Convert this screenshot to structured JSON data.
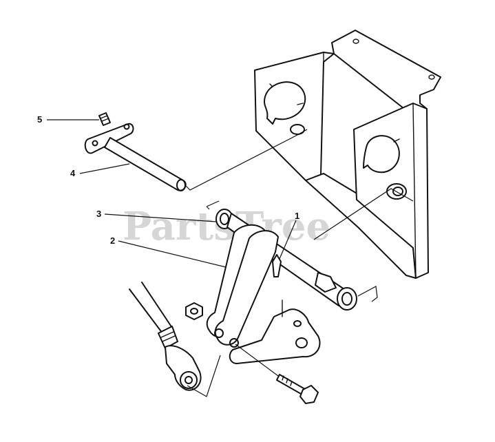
{
  "watermark": "PartsTree",
  "callouts": [
    {
      "id": "1",
      "label": "1"
    },
    {
      "id": "2",
      "label": "2"
    },
    {
      "id": "3",
      "label": "3"
    },
    {
      "id": "4",
      "label": "4"
    },
    {
      "id": "5",
      "label": "5"
    }
  ]
}
